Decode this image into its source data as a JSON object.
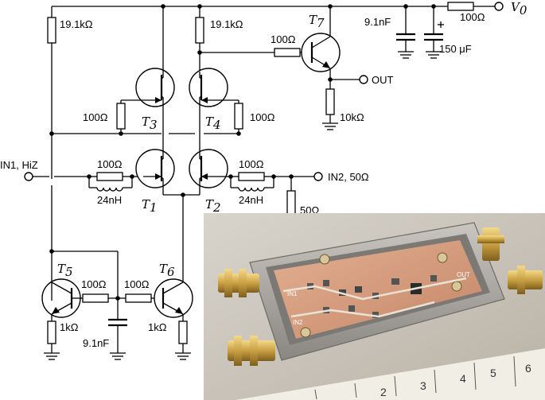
{
  "labels": {
    "r_top_left": "19.1kΩ",
    "r_top_mid": "19.1kΩ",
    "r_t7_base": "100Ω",
    "r_supply": "100Ω",
    "c_top": "9.1nF",
    "c_electrolytic": "150 μF",
    "supply": "V",
    "supply_sub": "0",
    "out": "OUT",
    "r_emitter_t7": "10kΩ",
    "r_t3_gate": "100Ω",
    "r_t4_gate": "100Ω",
    "in1": "IN1, HiZ",
    "r_in1": "100Ω",
    "l_in1": "24nH",
    "r_in2": "100Ω",
    "l_in2": "24nH",
    "in2": "IN2, 50Ω",
    "r_term": "50Ω",
    "r_t5_base": "100Ω",
    "r_t6_base": "100Ω",
    "c_bottom": "9.1nF",
    "r_t5_emit": "1kΩ",
    "r_t6_emit": "1kΩ"
  },
  "transistors": {
    "t1": "T",
    "t1_sub": "1",
    "t2": "T",
    "t2_sub": "2",
    "t3": "T",
    "t3_sub": "3",
    "t4": "T",
    "t4_sub": "4",
    "t5": "T",
    "t5_sub": "5",
    "t6": "T",
    "t6_sub": "6",
    "t7": "T",
    "t7_sub": "7"
  },
  "photo": {
    "board_port_1": "IN1",
    "board_port_2": "IN2",
    "board_port_3": "OUT",
    "ruler_numbers": [
      "2",
      "3",
      "4",
      "5",
      "6"
    ]
  }
}
